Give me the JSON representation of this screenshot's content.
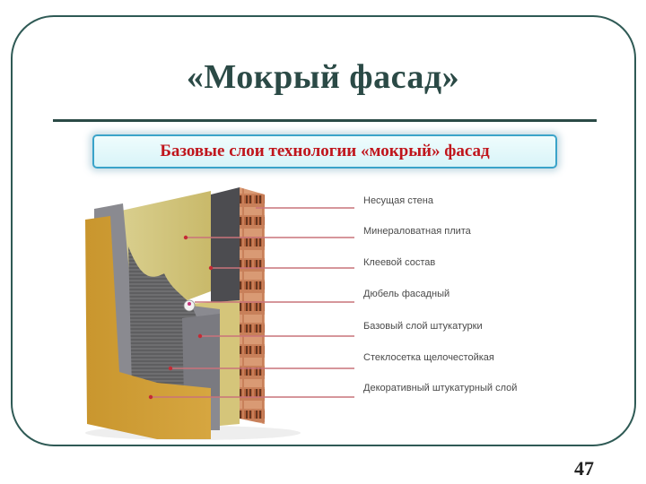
{
  "slide": {
    "title": "«Мокрый фасад»",
    "subtitle": "Базовые слои технологии «мокрый» фасад",
    "page_number": "47"
  },
  "diagram": {
    "labels": [
      "Несущая стена",
      "Минераловатная плита",
      "Клеевой состав",
      "Дюбель фасадный",
      "Базовый слой штукатурки",
      "Стеклосетка щелочестойкая",
      "Декоративный штукатурный слой"
    ]
  },
  "colors": {
    "frame": "#2f5a55",
    "title": "#2b4a46",
    "subtitle_text": "#c0151c",
    "subtitle_border": "#3aa3c9",
    "leader_line": "#c9737a"
  }
}
